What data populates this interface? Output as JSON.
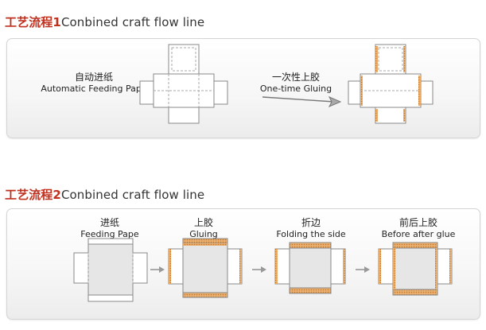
{
  "section1": {
    "title_cn": "工艺流程1",
    "title_en": "Conbined craft flow line",
    "step1": {
      "cn": "自动进纸",
      "en": "Automatic Feeding Pape"
    },
    "step2": {
      "cn": "一次性上胶",
      "en": "One-time Gluing"
    }
  },
  "section2": {
    "title_cn": "工艺流程2",
    "title_en": "Conbined craft flow line",
    "steps": [
      {
        "cn": "进纸",
        "en": "Feeding Pape"
      },
      {
        "cn": "上胶",
        "en": "Gluing"
      },
      {
        "cn": "折边",
        "en": "Folding the side"
      },
      {
        "cn": "前后上胶",
        "en": "Before after glue"
      }
    ]
  },
  "colors": {
    "accent": "#c0301f",
    "glue": "#d98c3a",
    "line": "#8a8a8a"
  }
}
